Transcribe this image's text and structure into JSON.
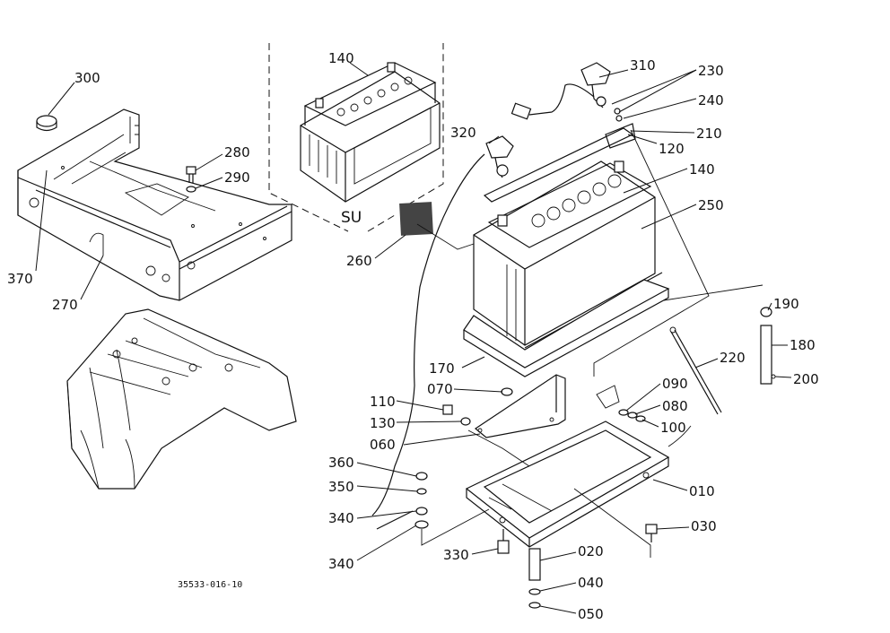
{
  "parts": [
    {
      "id": "p010",
      "number": "010"
    },
    {
      "id": "p020",
      "number": "020"
    },
    {
      "id": "p030",
      "number": "030"
    },
    {
      "id": "p040",
      "number": "040"
    },
    {
      "id": "p050",
      "number": "050"
    },
    {
      "id": "p060",
      "number": "060"
    },
    {
      "id": "p070",
      "number": "070"
    },
    {
      "id": "p080",
      "number": "080"
    },
    {
      "id": "p090",
      "number": "090"
    },
    {
      "id": "p100",
      "number": "100"
    },
    {
      "id": "p110",
      "number": "110"
    },
    {
      "id": "p120",
      "number": "120"
    },
    {
      "id": "p130",
      "number": "130"
    },
    {
      "id": "p140a",
      "number": "140"
    },
    {
      "id": "p140b",
      "number": "140"
    },
    {
      "id": "p170",
      "number": "170"
    },
    {
      "id": "p180",
      "number": "180"
    },
    {
      "id": "p190",
      "number": "190"
    },
    {
      "id": "p200",
      "number": "200"
    },
    {
      "id": "p210",
      "number": "210"
    },
    {
      "id": "p220",
      "number": "220"
    },
    {
      "id": "p230",
      "number": "230"
    },
    {
      "id": "p240",
      "number": "240"
    },
    {
      "id": "p250",
      "number": "250"
    },
    {
      "id": "p260",
      "number": "260"
    },
    {
      "id": "p270",
      "number": "270"
    },
    {
      "id": "p280",
      "number": "280"
    },
    {
      "id": "p290",
      "number": "290"
    },
    {
      "id": "p300",
      "number": "300"
    },
    {
      "id": "p310",
      "number": "310"
    },
    {
      "id": "p320",
      "number": "320"
    },
    {
      "id": "p330",
      "number": "330"
    },
    {
      "id": "p340a",
      "number": "340"
    },
    {
      "id": "p340b",
      "number": "340"
    },
    {
      "id": "p350",
      "number": "350"
    },
    {
      "id": "p360",
      "number": "360"
    },
    {
      "id": "p370",
      "number": "370"
    }
  ],
  "variant_label": "SU",
  "drawing_code": "35533-016-10"
}
